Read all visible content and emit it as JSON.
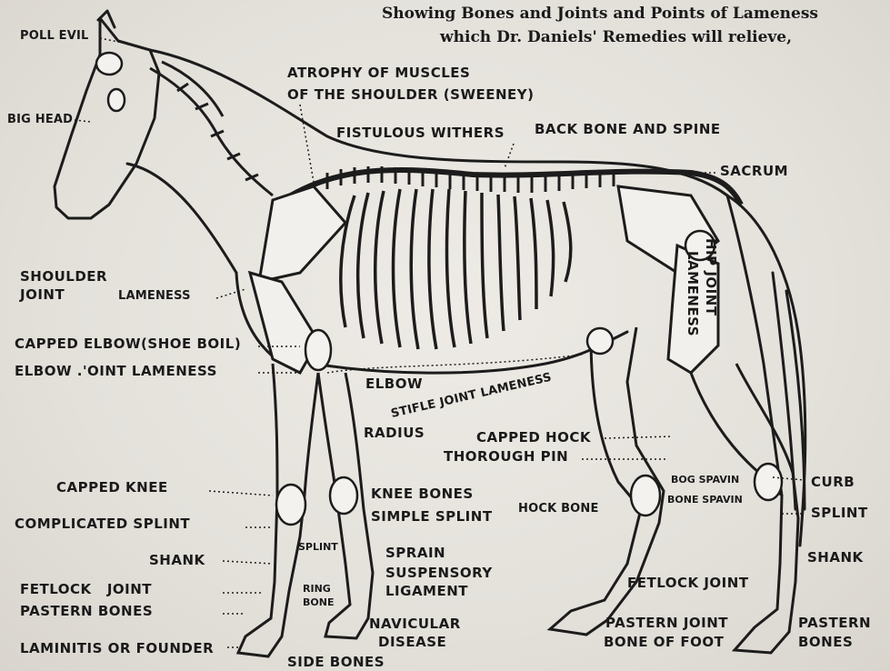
{
  "title": {
    "line1": "Showing Bones and Joints and Points of Lameness",
    "line2": "which Dr. Daniels' Remedies will relieve,"
  },
  "labels": {
    "poll_evil": "POLL EVIL",
    "big_head": "BIG HEAD",
    "atrophy_1": "ATROPHY OF MUSCLES",
    "atrophy_2": "OF THE SHOULDER (SWEENEY)",
    "fistulous_withers": "FISTULOUS WITHERS",
    "back_bone": "BACK BONE AND SPINE",
    "sacrum": "SACRUM",
    "shoulder_joint_1": "SHOULDER",
    "shoulder_joint_2": "JOINT",
    "shoulder_lameness": "LAMENESS",
    "hip_joint_lameness_1": "HIP JOINT",
    "hip_joint_lameness_2": "LAMENESS",
    "capped_elbow": "CAPPED ELBOW(SHOE BOIL)",
    "elbow_joint_lameness": "ELBOW .'OINT LAMENESS",
    "elbow": "ELBOW",
    "stifle": "STIFLE JOINT LAMENESS",
    "radius": "RADIUS",
    "capped_hock": "CAPPED HOCK",
    "thorough_pin": "THOROUGH PIN",
    "capped_knee": "CAPPED KNEE",
    "knee_bones": "KNEE BONES",
    "simple_splint": "SIMPLE SPLINT",
    "hock_bone": "HOCK BONE",
    "bog_spavin": "BOG SPAVIN",
    "bone_spavin": "BONE SPAVIN",
    "curb": "CURB",
    "splint_right": "SPLINT",
    "complicated_splint": "COMPLICATED SPLINT",
    "splint_leg": "SPLINT",
    "shank_left": "SHANK",
    "shank_right": "SHANK",
    "sprain_1": "SPRAIN",
    "sprain_2": "SUSPENSORY",
    "sprain_3": "LIGAMENT",
    "fetlock_joint": "FETLOCK JOINT",
    "fetlock_joint_rear": "FETLOCK JOINT",
    "pastern_bones_left": "PASTERN BONES",
    "ring_bone_1": "RING",
    "ring_bone_2": "BONE",
    "navicular_1": "NAVICULAR",
    "navicular_2": "DISEASE",
    "laminitis": "LAMINITIS OR FOUNDER",
    "side_bones": "SIDE BONES",
    "pastern_joint": "PASTERN JOINT",
    "bone_of_foot": "BONE OF FOOT",
    "pastern_bones_right_1": "PASTERN",
    "pastern_bones_right_2": "BONES"
  }
}
